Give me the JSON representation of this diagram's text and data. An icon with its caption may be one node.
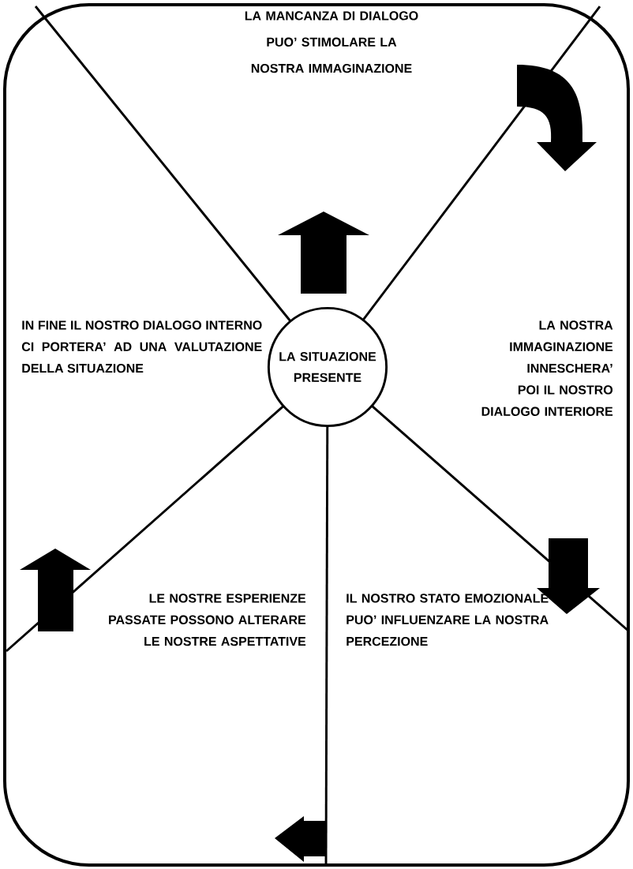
{
  "diagram": {
    "nodes": [
      {
        "text": [
          "LA SITUAZIONE PRESENTE"
        ]
      }
    ],
    "labels": [
      "LA MANCANZA DI DIALOGO PUO’ STIMOLARE LA NOSTRA IMMAGINAZIONE",
      "IN FINE IL NOSTRO DIALOGO INTERNO CI PORTERA’ AD UNA VALUTAZIONE DELLA SITUAZIONE",
      "LA NOSTRA IMMAGINAZIONE INNESCHERA’ POI IL NOSTRO DIALOGO INTERIORE",
      "LE NOSTRE ESPERIENZE PASSATE POSSONO ALTERARE LE NOSTRE ASPETTATIVE",
      "IL NOSTRO STATO EMOZIONALE PUO’ INFLUENZARE LA NOSTRA PERCEZIONE"
    ]
  }
}
